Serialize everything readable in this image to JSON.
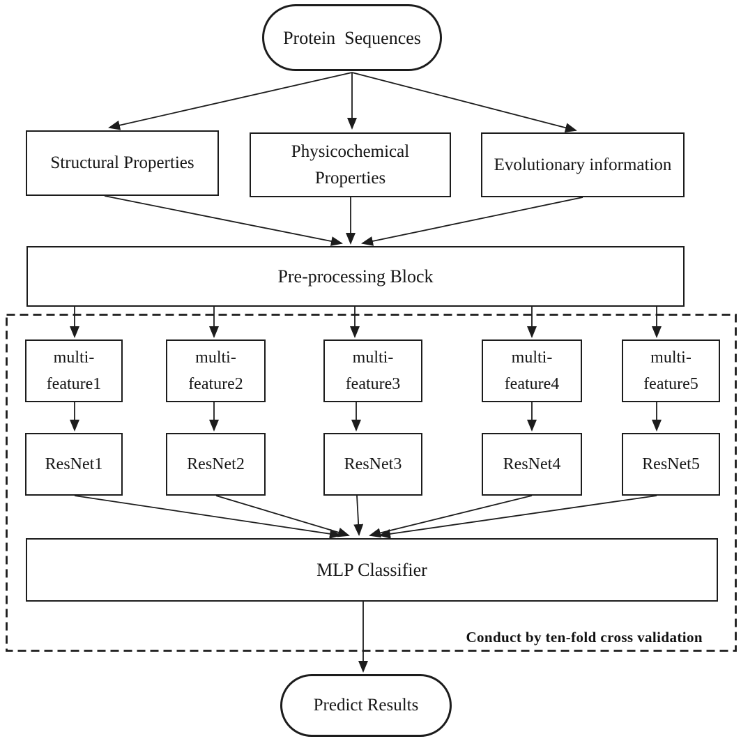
{
  "diagram": {
    "background_color": "#ffffff",
    "line_color": "#1c1c1c",
    "cross_validation_note": "Conduct by ten-fold cross validation"
  },
  "nodes": {
    "protein_sequences": "Protein  Sequences",
    "structural": "Structural Properties",
    "physicochemical": "Physicochemical\nProperties",
    "evolutionary": "Evolutionary information",
    "preprocessing": "Pre-processing Block",
    "mlp": "MLP Classifier",
    "predict": "Predict Results"
  },
  "features": [
    {
      "label": "multi-\nfeature1"
    },
    {
      "label": "multi-\nfeature2"
    },
    {
      "label": "multi-\nfeature3"
    },
    {
      "label": "multi-\nfeature4"
    },
    {
      "label": "multi-\nfeature5"
    }
  ],
  "resnets": [
    {
      "label": "ResNet1"
    },
    {
      "label": "ResNet2"
    },
    {
      "label": "ResNet3"
    },
    {
      "label": "ResNet4"
    },
    {
      "label": "ResNet5"
    }
  ]
}
